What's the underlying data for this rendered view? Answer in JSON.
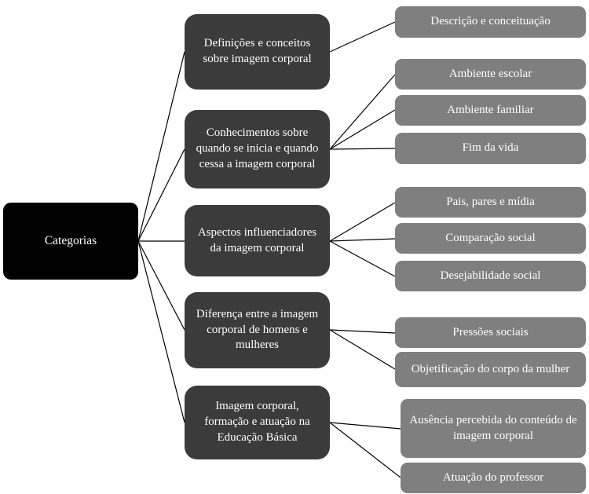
{
  "root": {
    "label": "Categorias"
  },
  "categories": [
    {
      "label": "Definições e conceitos sobre imagem corporal",
      "children": [
        "Descrição e conceituação"
      ]
    },
    {
      "label": "Conhecimentos sobre quando se inicia e quando cessa a imagem corporal",
      "children": [
        "Ambiente escolar",
        "Ambiente familiar",
        "Fim da vida"
      ]
    },
    {
      "label": "Aspectos influenciadores da imagem corporal",
      "children": [
        "Pais, pares e mídia",
        "Comparação social",
        "Desejabilidade social"
      ]
    },
    {
      "label": "Diferença entre a imagem corporal de homens e mulheres",
      "children": [
        "Pressões sociais",
        "Objetificação do corpo da mulher"
      ]
    },
    {
      "label": "Imagem corporal, formação e atuação na Educação Básica",
      "children": [
        "Ausência percebida do conteúdo de imagem corporal",
        "Atuação do professor"
      ]
    }
  ],
  "colors": {
    "root_bg": "#000000",
    "category_bg": "#3b3b3b",
    "subcategory_bg": "#7f7f7f",
    "text": "#ffffff",
    "line": "#000000"
  }
}
